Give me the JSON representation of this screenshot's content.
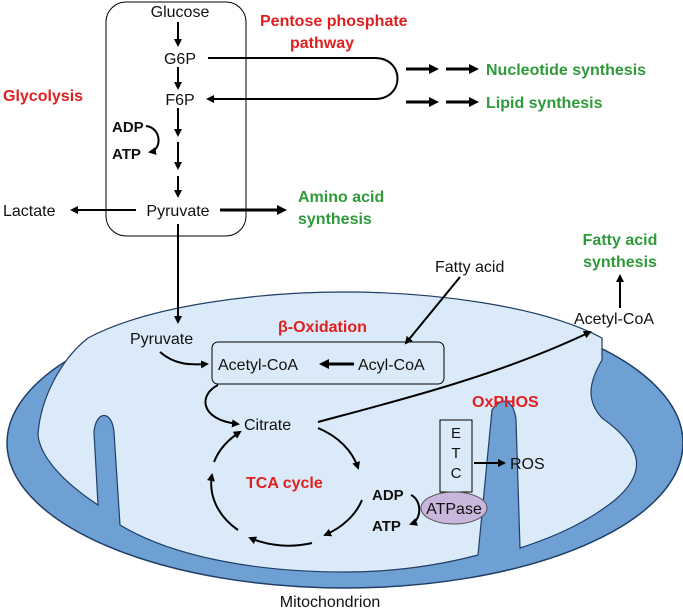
{
  "labels": {
    "glucose": "Glucose",
    "g6p": "G6P",
    "f6p": "F6P",
    "adp_top": "ADP",
    "atp_top": "ATP",
    "pyruvate_cyto": "Pyruvate",
    "lactate": "Lactate",
    "glycolysis": "Glycolysis",
    "pentose_line1": "Pentose phosphate",
    "pentose_line2": "pathway",
    "nucleotide": "Nucleotide synthesis",
    "lipid": "Lipid synthesis",
    "amino_line1": "Amino acid",
    "amino_line2": "synthesis",
    "fatty_acid": "Fatty acid",
    "fas_line1": "Fatty acid",
    "fas_line2": "synthesis",
    "acetyl_coa_out": "Acetyl-CoA",
    "pyruvate_mito": "Pyruvate",
    "beta_oxidation": "β-Oxidation",
    "acetyl_coa_in": "Acetyl-CoA",
    "acyl_coa": "Acyl-CoA",
    "citrate": "Citrate",
    "tca_cycle": "TCA cycle",
    "oxphos": "OxPHOS",
    "etc_e": "E",
    "etc_t": "T",
    "etc_c": "C",
    "ros": "ROS",
    "adp_bottom": "ADP",
    "atp_bottom": "ATP",
    "atpase": "ATPase",
    "mitochondrion": "Mitochondrion"
  },
  "colors": {
    "red_labels": "#e02020",
    "green_labels": "#2e9a3a",
    "mito_outer": "#6fa0d4",
    "mito_inner": "#dbeaf8",
    "atpase_fill": "#c9b6dc"
  }
}
